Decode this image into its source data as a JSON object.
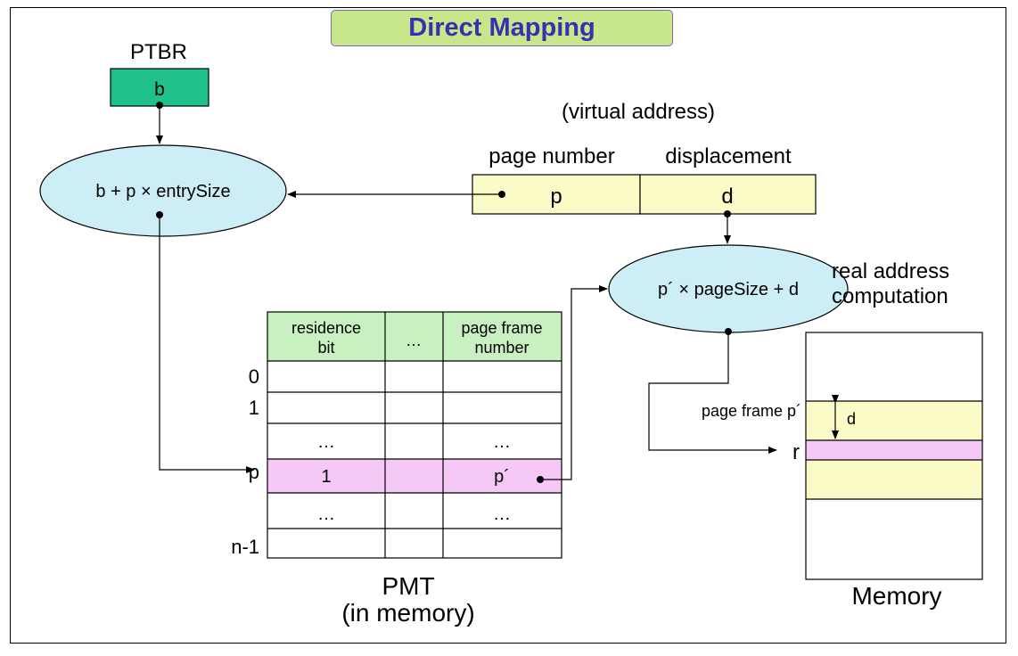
{
  "title": "Direct Mapping",
  "ptbr": {
    "label": "PTBR",
    "value": "b"
  },
  "virtual_address": {
    "caption": "(virtual address)",
    "page_number_label": "page number",
    "displacement_label": "displacement",
    "p": "p",
    "d": "d"
  },
  "entry_formula": "b + p × entrySize",
  "real_formula": "p´ × pageSize + d",
  "real_label": {
    "line1": "real address",
    "line2": "computation"
  },
  "pmt": {
    "headers": {
      "residence_line1": "residence",
      "residence_line2": "bit",
      "middle": "…",
      "frame_line1": "page frame",
      "frame_line2": "number"
    },
    "row_labels": [
      "0",
      "1",
      "",
      "p",
      "",
      "n-1"
    ],
    "rows": [
      {
        "residence": "",
        "middle": "",
        "frame": ""
      },
      {
        "residence": "",
        "middle": "",
        "frame": ""
      },
      {
        "residence": "…",
        "middle": "",
        "frame": "…"
      },
      {
        "residence": "1",
        "middle": "",
        "frame": "p´"
      },
      {
        "residence": "…",
        "middle": "",
        "frame": "…"
      },
      {
        "residence": "",
        "middle": "",
        "frame": ""
      }
    ],
    "caption_line1": "PMT",
    "caption_line2": "(in memory)"
  },
  "memory": {
    "page_frame_label": "page frame p´",
    "d_label": "d",
    "r_label": "r",
    "caption": "Memory"
  },
  "colors": {
    "title_bg": "#c8e68a",
    "title_text": "#3b2fb0",
    "ptbr_fill": "#1fc08a",
    "ellipse_fill": "#cdeef6",
    "address_fill": "#fbfbc8",
    "header_fill": "#c8f0c0",
    "highlight_fill": "#f6c8f6",
    "frame_fill": "#fbfbc8"
  }
}
